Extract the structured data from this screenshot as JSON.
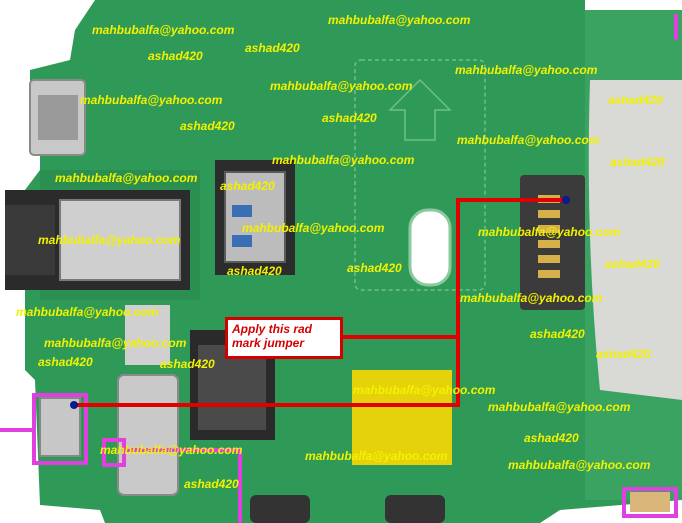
{
  "callout": {
    "line1": "Apply this rad",
    "line2": "mark jumper"
  },
  "watermarks": [
    "mahbubalfa@yahoo.com",
    "ashad420"
  ],
  "colors": {
    "board_green": "#2f9a58",
    "board_dark": "#1f7a42",
    "jumper_red": "#e00000",
    "highlight_magenta": "#e040e0",
    "watermark_yellow": "#f2f200",
    "callout_text": "#d40000",
    "sticker_yellow": "#e6d20a"
  }
}
